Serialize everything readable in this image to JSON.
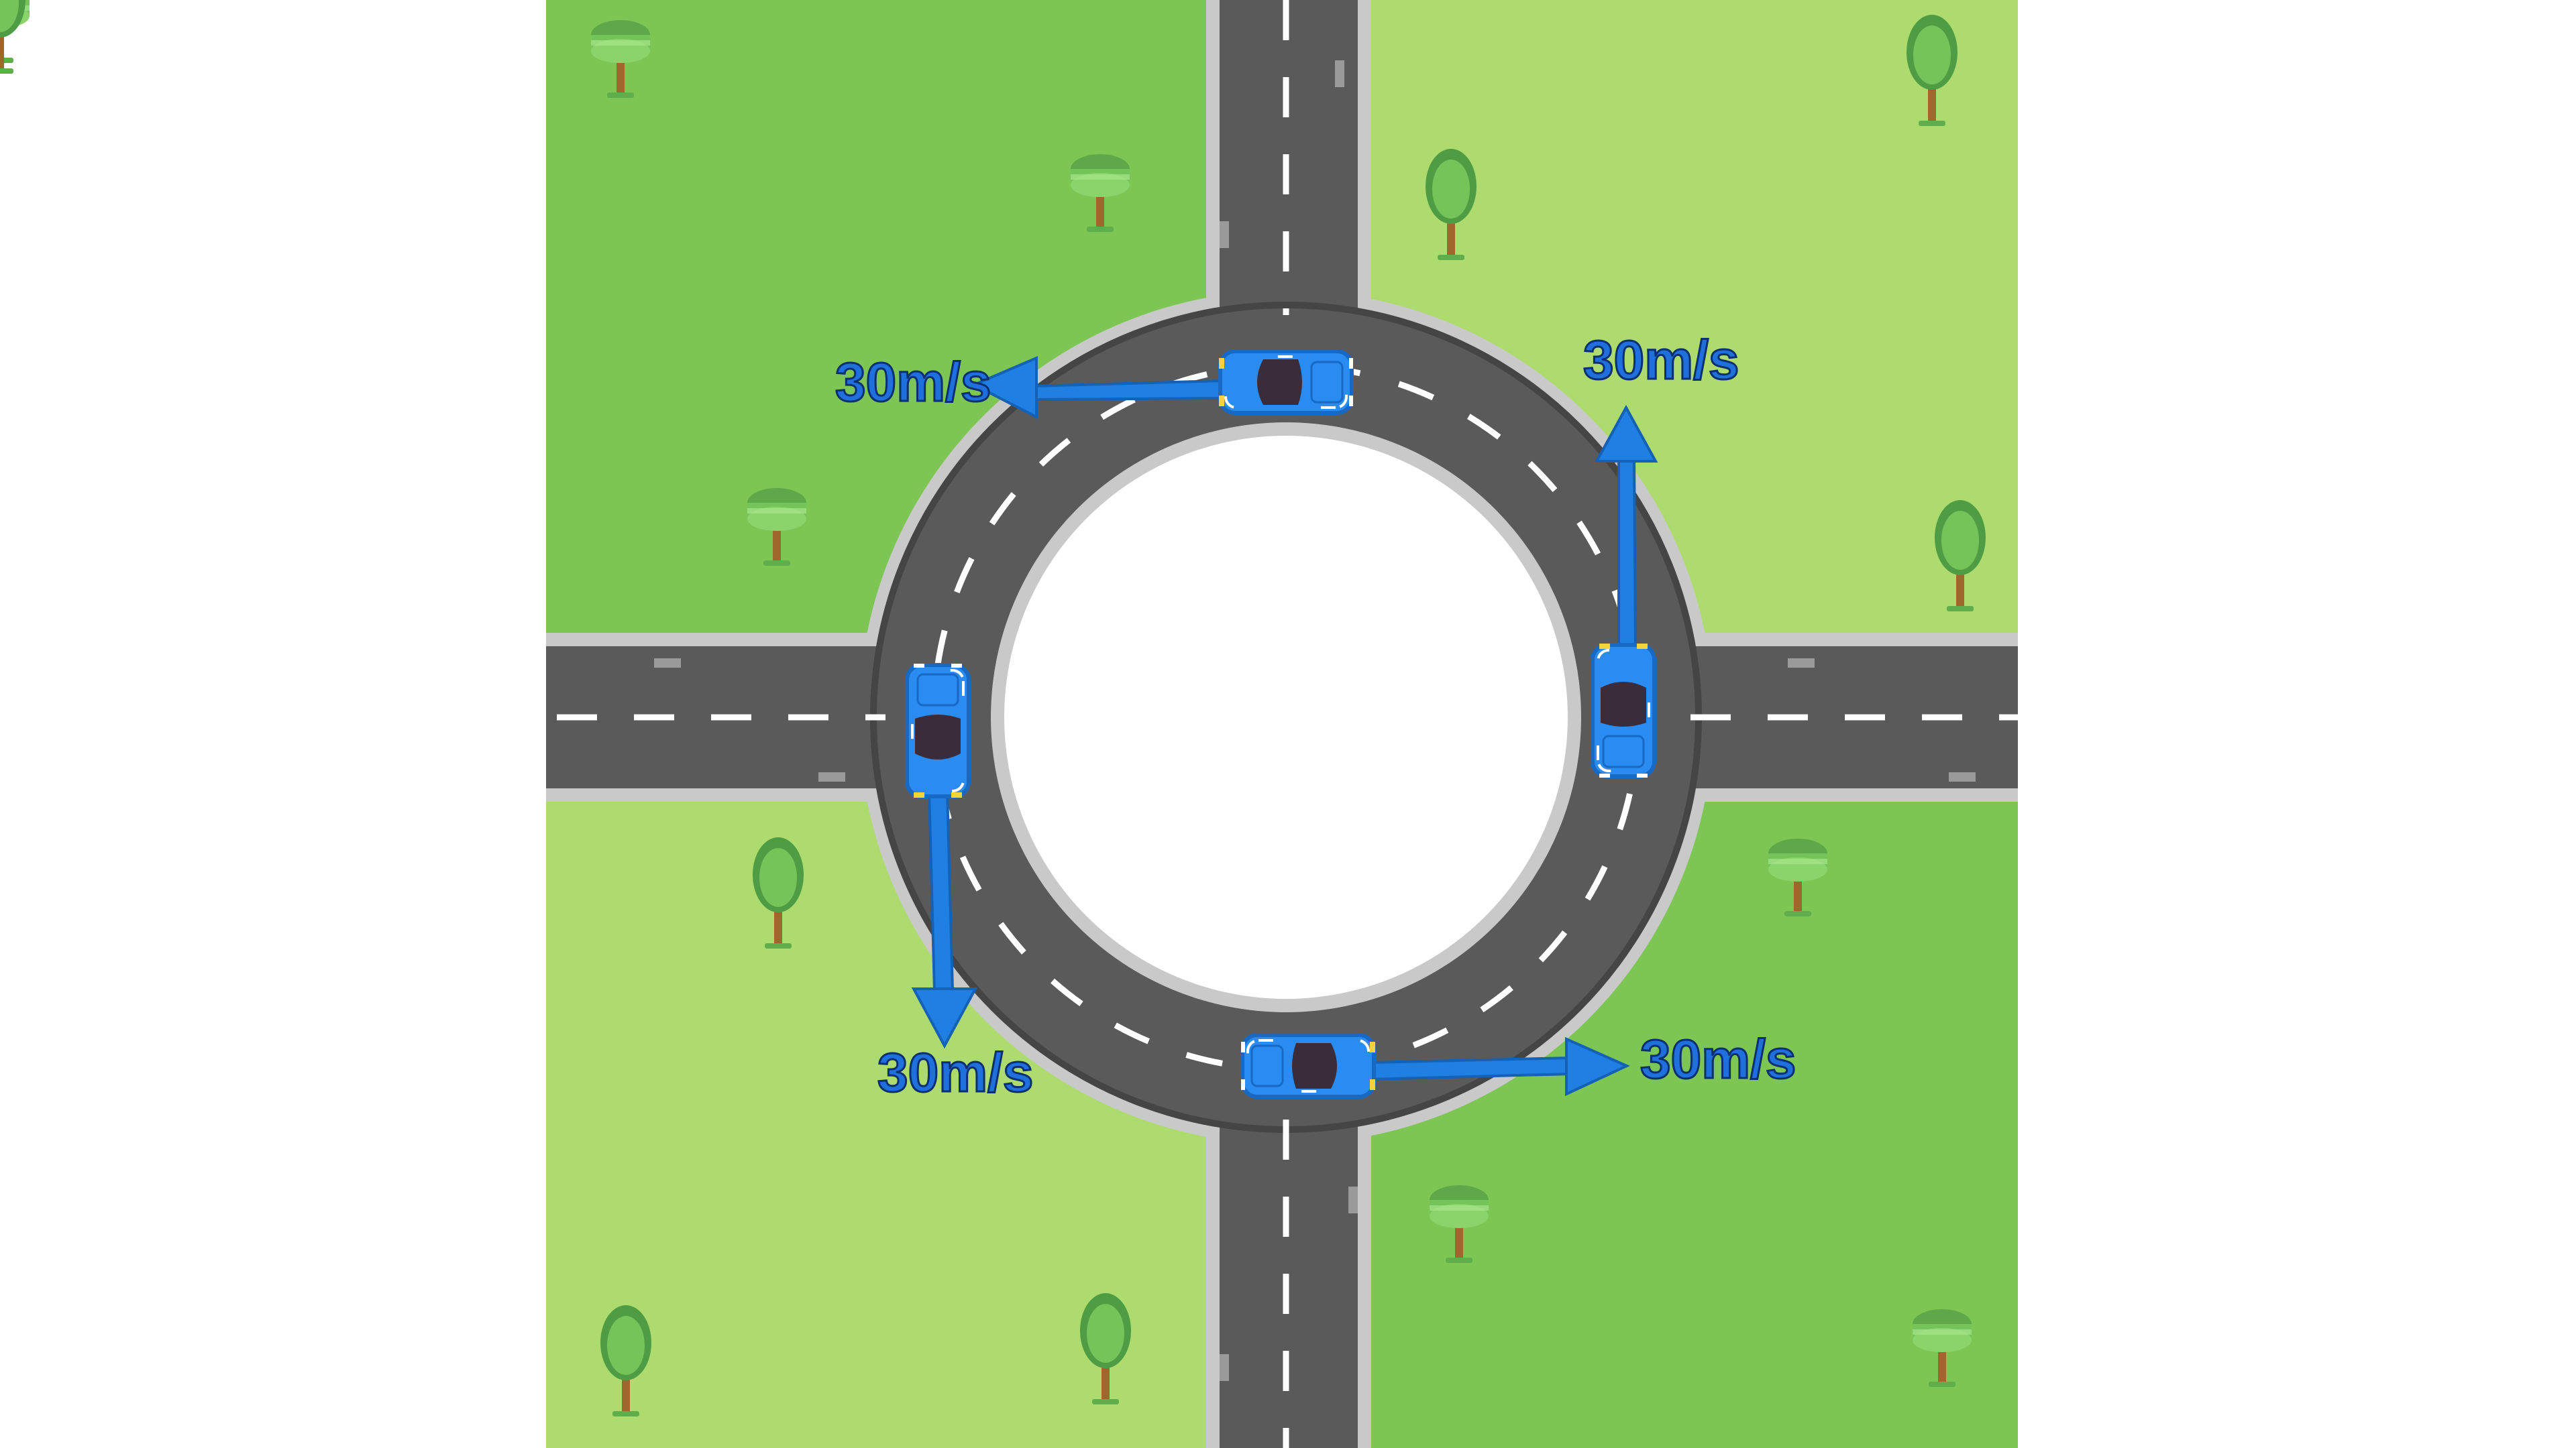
{
  "diagram": {
    "colors": {
      "grass_dark": "#7dc653",
      "grass_light": "#addb6d",
      "road": "#5a5a5a",
      "road_edge": "#454545",
      "curb": "#c9c9c9",
      "center_island": "#ffffff",
      "lane_marking": "#ffffff",
      "car_body": "#2a8cf0",
      "car_outline": "#1769c4",
      "car_window": "#3a2c3a",
      "arrow": "#1f7fe3",
      "arrow_outline": "#1461b5",
      "label": "#1f6fdd",
      "label_outline": "#0c2f6e",
      "tree_trunk": "#a0672c",
      "tree_crown": "#74c45a",
      "tree_crown_edge": "#4e9d44"
    },
    "cars": [
      {
        "position": "north",
        "heading": "west",
        "speed_label": "30m/s"
      },
      {
        "position": "east",
        "heading": "north",
        "speed_label": "30m/s"
      },
      {
        "position": "south",
        "heading": "east",
        "speed_label": "30m/s"
      },
      {
        "position": "west",
        "heading": "south",
        "speed_label": "30m/s"
      }
    ]
  }
}
